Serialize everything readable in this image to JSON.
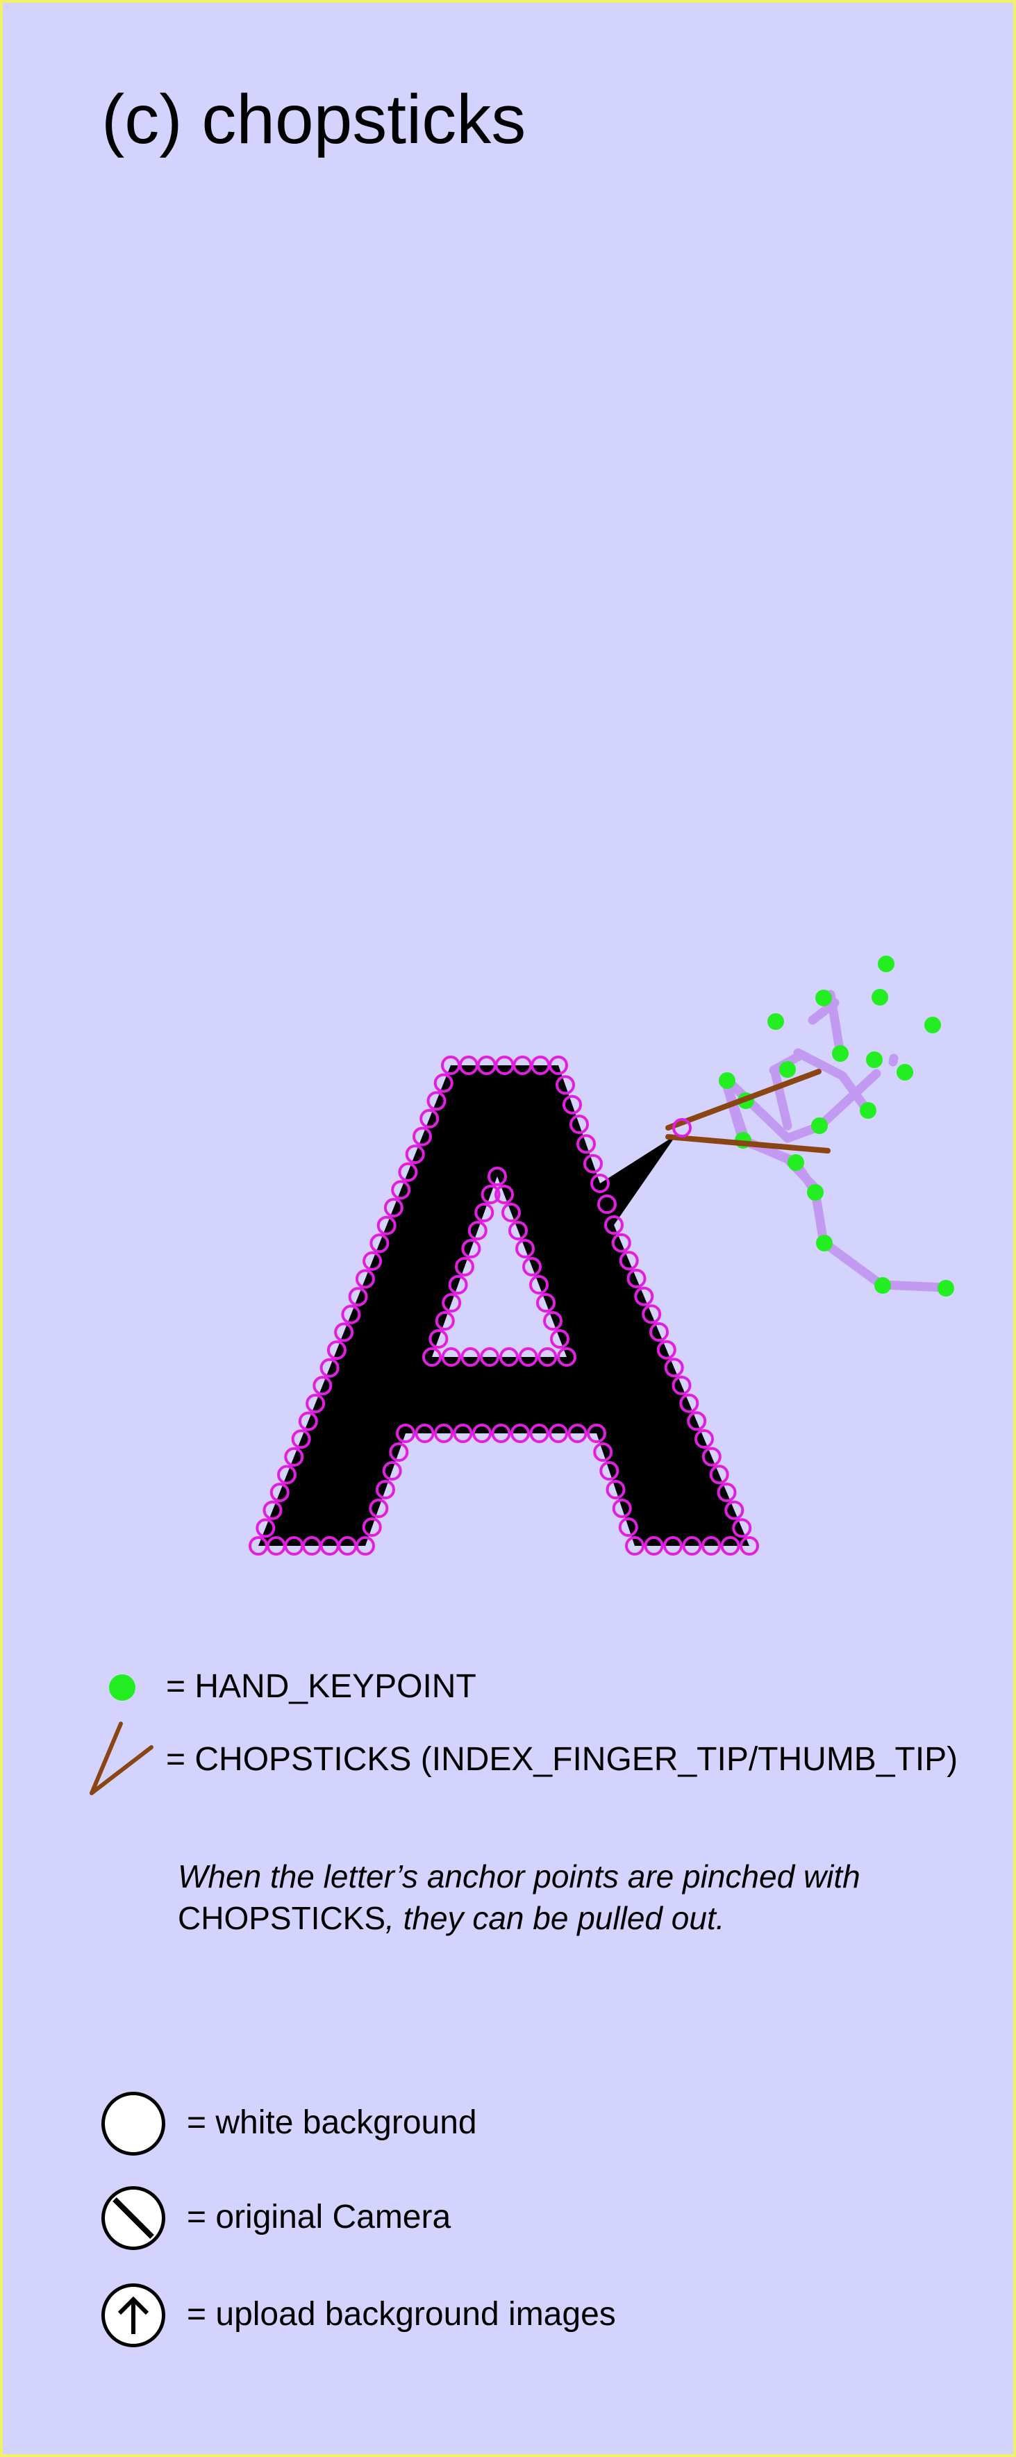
{
  "title": "(c) chopsticks",
  "legend": {
    "hand_keypoint": "= HAND_KEYPOINT",
    "chopsticks": "= CHOPSTICKS (INDEX_FINGER_TIP/THUMB_TIP)"
  },
  "instruction": {
    "part1": "When the letter’s anchor points are pinched with",
    "part2": "CHOPSTICKS",
    "part3": ", they can be pulled out."
  },
  "controls": {
    "white_background": "= white background",
    "original_camera": "= original Camera",
    "upload_background": "= upload background images"
  },
  "colors": {
    "background": "#d4d3fd",
    "border": "#f2ef6b",
    "keypoint": "#22ee22",
    "skeleton": "#c39af2",
    "chopsticks": "#8b4513",
    "anchor": "#e01fe0",
    "glyph": "#000000"
  },
  "icons": {
    "white_background": "empty-circle-icon",
    "original_camera": "prohibited-circle-icon",
    "upload_background": "up-arrow-circle-icon"
  }
}
